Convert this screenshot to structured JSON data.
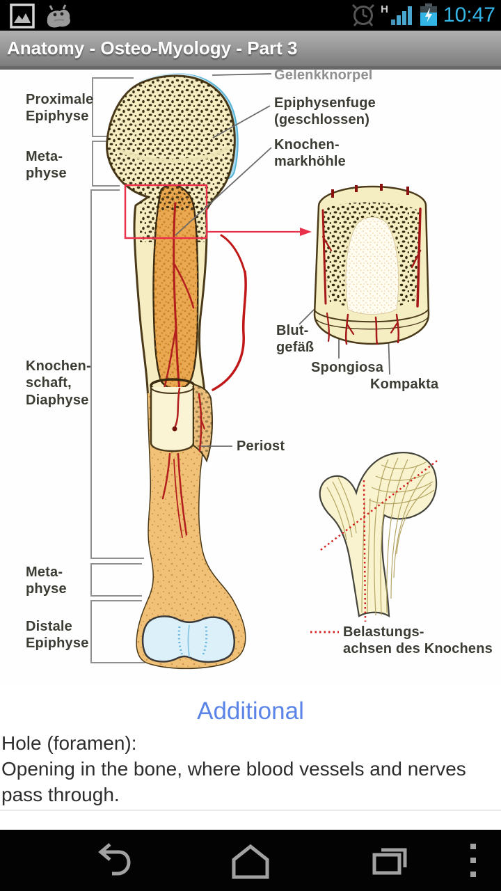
{
  "status_bar": {
    "time": "10:47",
    "network_type": "H",
    "left_icons": [
      "screenshot-notification-icon",
      "android-app-icon"
    ],
    "right_icons": [
      "alarm-icon",
      "signal-strength-icon",
      "battery-charging-icon"
    ],
    "accent_color": "#33b5e5"
  },
  "title_bar": {
    "title": "Anatomy - Osteo-Myology - Part 3"
  },
  "figure": {
    "description": "Long bone (femur) anatomy diagram with cross-section inset and load-axis inset",
    "left_labels": {
      "proximal_epiphysis": "Proximale\nEpiphyse",
      "metaphysis_upper": "Meta-\nphyse",
      "diaphysis": "Knochen-\nschaft,\nDiaphyse",
      "metaphysis_lower": "Meta-\nphyse",
      "distal_epiphysis": "Distale\nEpiphyse"
    },
    "right_labels": {
      "articular_cartilage": "Gelenkknorpel",
      "epiphyseal_plate": "Epiphysenfuge\n(geschlossen)",
      "marrow_cavity": "Knochen-\nmarkhöhle",
      "blood_vessel": "Blut-\ngefäß",
      "spongy_bone": "Spongiosa",
      "compact_bone": "Kompakta",
      "periosteum": "Periost",
      "load_axes": "Belastungs-\nachsen des Knochens"
    },
    "colors": {
      "bone_fill": "#f6edc2",
      "marrow": "#eaa851",
      "cartilage_blue": "#aadcf2",
      "distal_cartilage": "#dcf0fa",
      "vessel_red": "#b21d1d",
      "highlight_box_red": "#e8304a",
      "shaft_tan": "#f1c178"
    }
  },
  "section": {
    "heading": "Additional",
    "heading_color": "#5b84e8",
    "term": "Hole (foramen):",
    "definition": "Opening in the bone, where blood vessels and nerves pass through."
  },
  "nav_bar": {
    "icons": [
      "back-icon",
      "home-icon",
      "recents-icon",
      "menu-overflow-icon"
    ]
  }
}
